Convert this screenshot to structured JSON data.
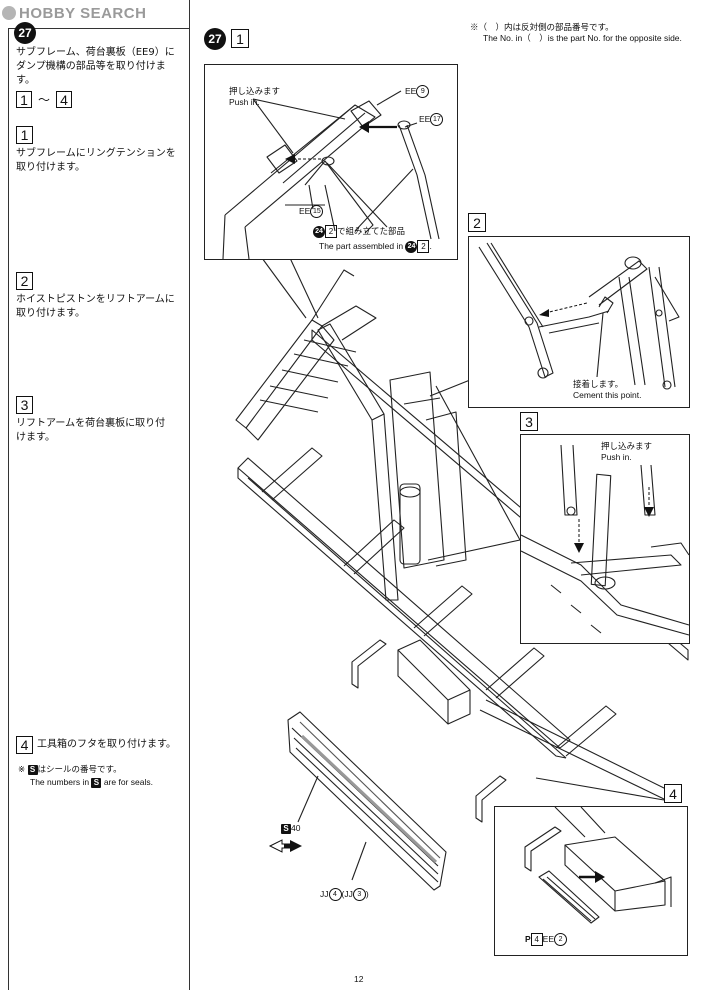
{
  "watermark": {
    "text": "HOBBY SEARCH"
  },
  "step": {
    "number": "27",
    "intro": "サブフレーム、荷台裏板（EE9）にダンプ機構の部品等を取り付けます。",
    "range_from": "1",
    "range_sep": "〜",
    "range_to": "4"
  },
  "substeps": [
    {
      "num": "1",
      "text": "サブフレームにリングテンションを取り付けます。"
    },
    {
      "num": "2",
      "text": "ホイストピストンをリフトアームに取り付けます。"
    },
    {
      "num": "3",
      "text": "リフトアームを荷台裏板に取り付けます。"
    },
    {
      "num": "4",
      "text": "工具箱のフタを取り付けます。"
    }
  ],
  "seal_note": {
    "mark": "※",
    "badge": "S",
    "jp_suffix": "はシールの番号です。",
    "en_prefix": "The numbers in",
    "en_suffix": "are for seals."
  },
  "diagram": {
    "header_step": "27",
    "header_sub": "1",
    "opposite_note_jp": "※（　）内は反対側の部品番号です。",
    "opposite_note_en": "The No. in（　）is the part No. for the opposite side.",
    "inset1": {
      "push_jp": "押し込みます",
      "push_en": "Push in.",
      "ee9_prefix": "EE",
      "ee9_num": "9",
      "ee17_prefix": "EE",
      "ee17_num": "17",
      "ee15_prefix": "EE",
      "ee15_num": "15",
      "assembled_step": "24",
      "assembled_sub": "2",
      "assembled_jp": "で組み立てた部品",
      "assembled_en": "The part assembled in",
      "assembled_end": "."
    },
    "inset2": {
      "num": "2",
      "cement_jp": "接着します。",
      "cement_en": "Cement this point."
    },
    "inset3": {
      "num": "3",
      "push_jp": "押し込みます",
      "push_en": "Push in."
    },
    "inset4": {
      "num": "4",
      "label_p": "P",
      "label_sub": "4",
      "label_ee": "EE",
      "label_ee_num": "2"
    },
    "seal_label": {
      "badge": "S",
      "num": "40"
    },
    "part_label": {
      "main": "JJ",
      "main_num": "4",
      "alt": "JJ",
      "alt_num": "3"
    }
  },
  "page_number": "12"
}
